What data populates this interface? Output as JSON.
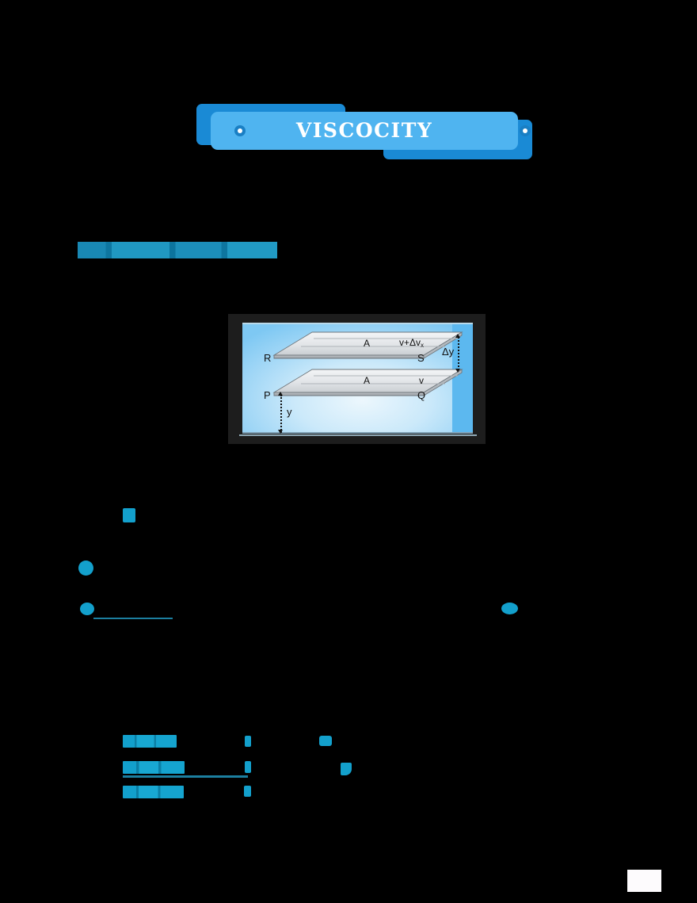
{
  "document": {
    "page_background": "#000000",
    "title_banner": {
      "text": "VISCOCITY",
      "front_color": "#4fb4f0",
      "back_color": "#1a8ad5",
      "text_color": "#ffffff",
      "eyelet_color": "#1a7fc4"
    },
    "section_heading": {
      "text": "",
      "redacted": true,
      "highlight_color": "#1a9ac6"
    },
    "page_number_box": {
      "text": "",
      "color": "#fdfbfd"
    }
  },
  "figure": {
    "name": "viscosity-parallel-layers-diagram",
    "caption": "",
    "frame_color": "#1d1d1d",
    "fluid_color": "#9fd6f6",
    "plate_color": "#d7dadd",
    "labels": {
      "upper_left_corner": "R",
      "upper_right_corner": "S",
      "lower_left_corner": "P",
      "lower_right_corner": "Q",
      "upper_area": "A",
      "lower_area": "A",
      "upper_velocity": "v+Δv",
      "upper_velocity_subscript": "x",
      "lower_velocity": "v",
      "layer_separation": "Δy",
      "height_from_base": "y"
    }
  },
  "annotations": {
    "fragment_1": {
      "label": "redacted-text-fragment",
      "color": "#13a0cc"
    },
    "fragment_2": {
      "label": "redacted-text-fragment",
      "color": "#13a0cc"
    },
    "fragment_3": {
      "label": "redacted-text-fragment",
      "color": "#13a0cc"
    },
    "fragment_4": {
      "label": "redacted-text-fragment",
      "color": "#13a0cc"
    },
    "underline_rule": {
      "label": "underline",
      "color": "#1c7fa0"
    }
  },
  "equation_rows": [
    {
      "id": "row-1",
      "text": "",
      "redacted": true,
      "has_rule": false,
      "mark": "redacted-symbol"
    },
    {
      "id": "row-2",
      "text": "",
      "redacted": true,
      "has_rule": true,
      "mark": "redacted-symbol"
    },
    {
      "id": "row-3",
      "text": "",
      "redacted": true,
      "has_rule": false,
      "mark": "redacted-symbol"
    }
  ]
}
